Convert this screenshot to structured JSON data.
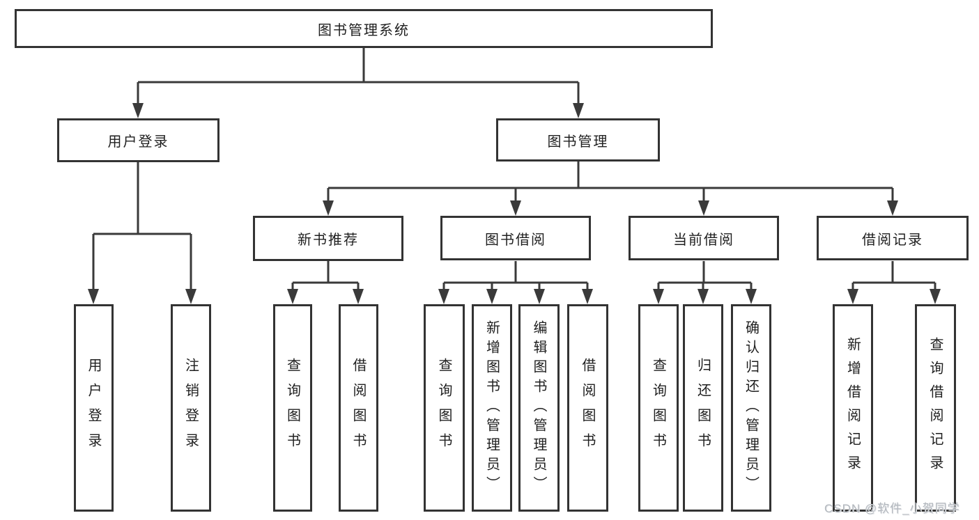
{
  "diagram_type": "hierarchy-tree",
  "tree": {
    "root": "图书管理系统",
    "l2": [
      "用户登录",
      "图书管理"
    ],
    "l3": [
      "新书推荐",
      "图书借阅",
      "当前借阅",
      "借阅记录"
    ],
    "leaves": {
      "user": [
        "用户登录",
        "注销登录"
      ],
      "recommend": [
        "查询图书",
        "借阅图书"
      ],
      "borrow": [
        "查询图书",
        "新增图书（管理员）",
        "编辑图书（管理员）",
        "借阅图书"
      ],
      "current": [
        "查询图书",
        "归还图书",
        "确认归还（管理员）"
      ],
      "records": [
        "新增借阅记录",
        "查询借阅记录"
      ]
    }
  },
  "watermark": "CSDN @软件_小贺同学",
  "colors": {
    "background": "#ffffff",
    "line": "#3a3a3a",
    "box_border": "#333333",
    "text": "#1f1f1f",
    "watermark": "#b3b8be"
  }
}
